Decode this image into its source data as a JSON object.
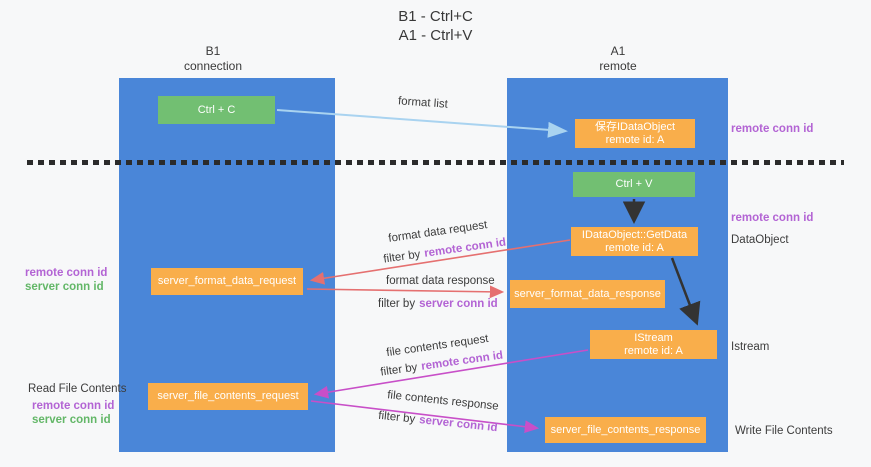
{
  "title": {
    "line1": "B1 - Ctrl+C",
    "line2": "A1 - Ctrl+V"
  },
  "columns": {
    "left": {
      "name": "B1",
      "role": "connection"
    },
    "right": {
      "name": "A1",
      "role": "remote"
    }
  },
  "nodes": {
    "ctrl_c": "Ctrl + C",
    "ctrl_v": "Ctrl + V",
    "save_dataobject_line1": "保存IDataObject",
    "save_dataobject_line2": "remote id: A",
    "getdata_line1": "IDataObject::GetData",
    "getdata_line2": "remote id: A",
    "istream_line1": "IStream",
    "istream_line2": "remote id: A",
    "server_format_data_request": "server_format_data_request",
    "server_format_data_response": "server_format_data_response",
    "server_file_contents_request": "server_file_contents_request",
    "server_file_contents_response": "server_file_contents_response"
  },
  "labels": {
    "format_list": "format list",
    "format_data_request": "format data request",
    "format_data_response": "format data response",
    "file_contents_request": "file contents request",
    "file_contents_response": "file contents response",
    "filter_by": "filter by",
    "remote_conn_id": "remote conn id",
    "server_conn_id": "server conn id",
    "dataobject": "DataObject",
    "istream": "Istream",
    "read_file_contents": "Read File Contents",
    "write_file_contents": "Write File Contents"
  },
  "colors": {
    "column_blue": "#4a86d8",
    "box_orange": "#f9ae4b",
    "box_green": "#72bf72",
    "arrow_lightblue": "#a9d3f0",
    "arrow_red": "#e57070",
    "arrow_magenta": "#c84fc8",
    "arrow_black": "#333333",
    "text_purple": "#b364d4",
    "text_green": "#63b768",
    "background": "#f7f8f9"
  }
}
